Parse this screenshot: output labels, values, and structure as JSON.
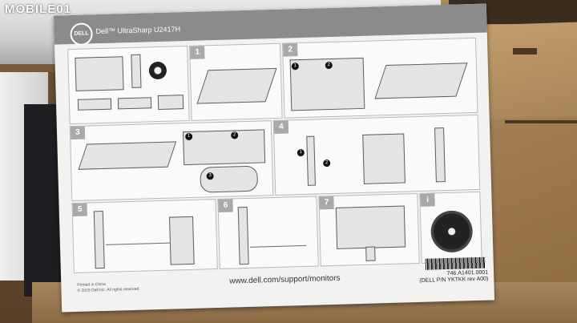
{
  "watermark": "MOBILE01",
  "sheet": {
    "logo": "DELL",
    "title": "Dell™ UltraSharp U2417H",
    "steps": [
      "1",
      "2",
      "3",
      "4",
      "5",
      "6",
      "7",
      "i"
    ],
    "sub_markers": [
      "1",
      "2",
      "3"
    ],
    "url": "www.dell.com/support/monitors",
    "printed": "Printed in China",
    "copyright": "© 2016 Dell Inc. All rights reserved.",
    "part_number": "746.A1401.0001",
    "dell_pn": "(DELL P/N YKTKK rev A00)"
  }
}
